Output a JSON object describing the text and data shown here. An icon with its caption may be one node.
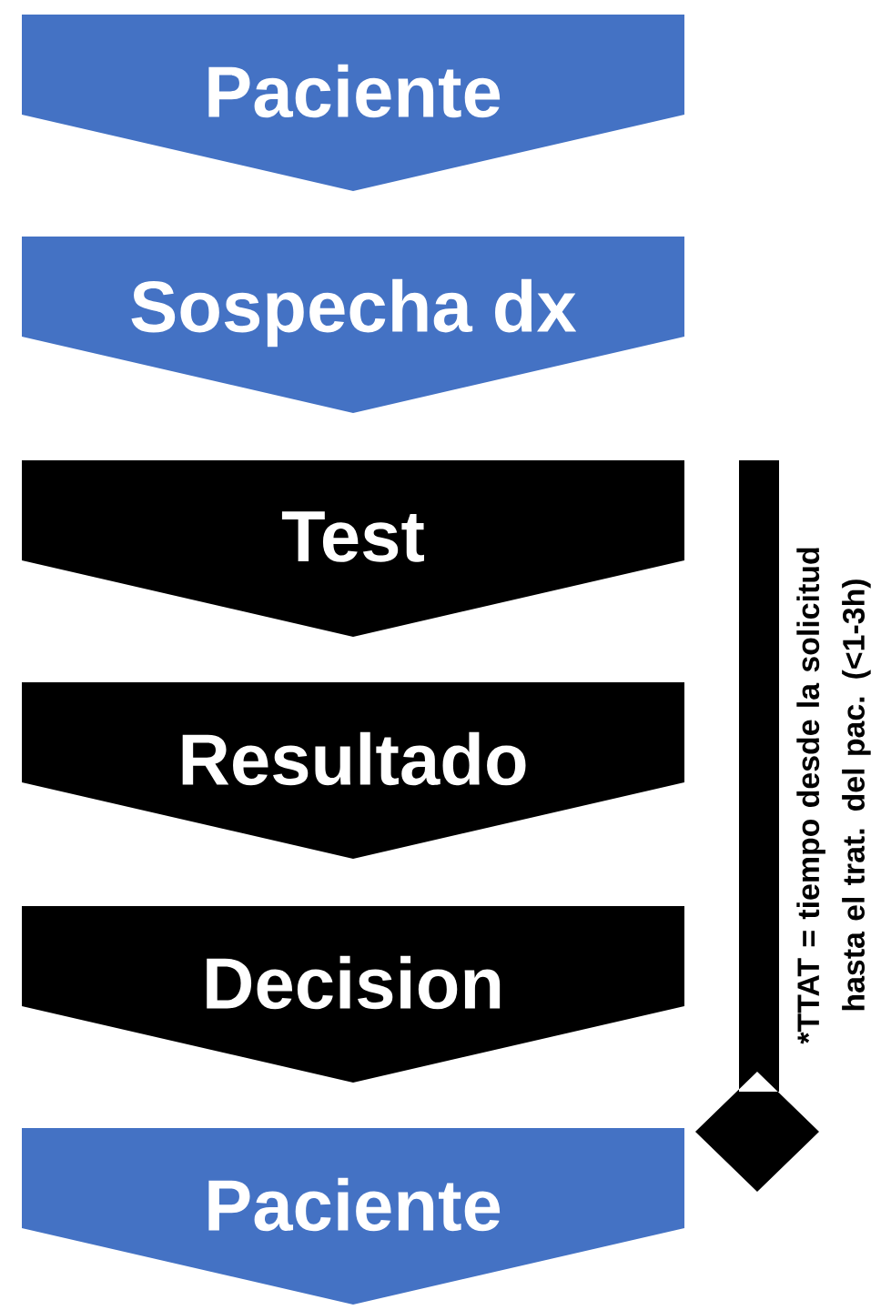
{
  "diagram": {
    "nodes": [
      {
        "text": [
          "Paciente"
        ]
      },
      {
        "text": [
          "Sospecha dx"
        ]
      },
      {
        "text": [
          "Test"
        ]
      },
      {
        "text": [
          "Resultado"
        ]
      },
      {
        "text": [
          "Decision"
        ]
      },
      {
        "text": [
          "Paciente"
        ]
      }
    ],
    "labels": [
      "*TTAT = tiempo desde la solicitud hasta el trat. del pac. (<1-3h)"
    ]
  }
}
